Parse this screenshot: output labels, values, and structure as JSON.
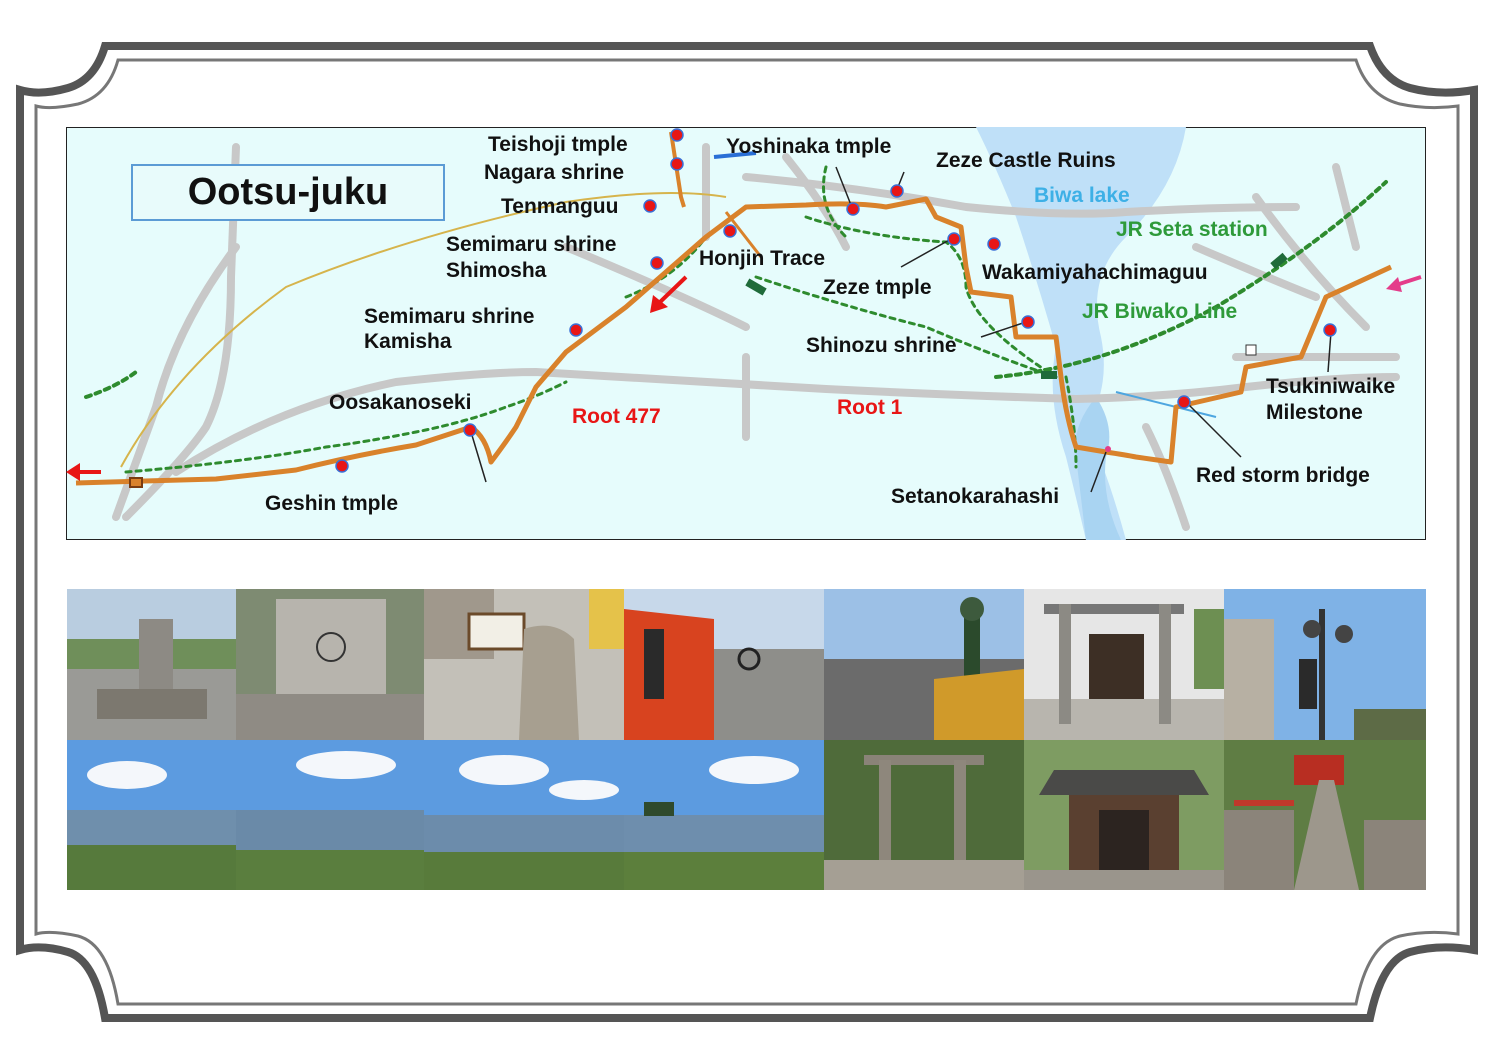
{
  "title": "Ootsu-juku",
  "colors": {
    "map_background": "#e6fcfc",
    "route": "#d9822b",
    "lake": "#bfe0f8",
    "rail_line": "#2e8b2e",
    "landmark_dot": "#e81616",
    "road_label": "#e81616",
    "lake_label": "#3db0e6",
    "station_label": "#2e9a3a",
    "frame": "#555555"
  },
  "landmarks": [
    {
      "id": "teishoji",
      "name": "Teishoji tmple"
    },
    {
      "id": "nagara",
      "name": "Nagara shrine"
    },
    {
      "id": "tenmanguu",
      "name": "Tenmanguu"
    },
    {
      "id": "yoshinaka",
      "name": "Yoshinaka tmple"
    },
    {
      "id": "zeze-castle",
      "name": "Zeze Castle Ruins"
    },
    {
      "id": "semimaru-shimosha",
      "name": "Semimaru shrine\nShimosha"
    },
    {
      "id": "honjin",
      "name": "Honjin Trace"
    },
    {
      "id": "zeze-temple",
      "name": "Zeze tmple"
    },
    {
      "id": "wakamiya",
      "name": "Wakamiyahachimaguu"
    },
    {
      "id": "semimaru-kamisha",
      "name": "Semimaru shrine\nKamisha"
    },
    {
      "id": "shinozu",
      "name": "Shinozu shrine"
    },
    {
      "id": "oosakanoseki",
      "name": "Oosakanoseki"
    },
    {
      "id": "geshin",
      "name": "Geshin tmple"
    },
    {
      "id": "setanokarahashi",
      "name": "Setanokarahashi"
    },
    {
      "id": "red-storm-bridge",
      "name": "Red storm bridge"
    },
    {
      "id": "tsukiniwaike",
      "name": "Tsukiniwaike\nMilestone"
    }
  ],
  "places": {
    "lake": "Biwa lake",
    "station": "JR Seta station",
    "rail": "JR Biwako Line",
    "road_477": "Root 477",
    "road_1": "Root 1"
  },
  "photos": [
    {
      "id": "milestone-stone",
      "kind": "stone"
    },
    {
      "id": "stone-monument",
      "kind": "stone"
    },
    {
      "id": "oosaka-stone",
      "kind": "stone"
    },
    {
      "id": "red-bridge-rail",
      "kind": "bridge"
    },
    {
      "id": "karahashi-bridge",
      "kind": "bridge"
    },
    {
      "id": "torii-gate",
      "kind": "shrine"
    },
    {
      "id": "street-lamp",
      "kind": "street"
    },
    {
      "id": "lake-view-1",
      "kind": "lake"
    },
    {
      "id": "lake-view-2",
      "kind": "lake"
    },
    {
      "id": "lake-view-3",
      "kind": "lake"
    },
    {
      "id": "lake-view-4",
      "kind": "lake"
    },
    {
      "id": "stone-torii",
      "kind": "shrine"
    },
    {
      "id": "temple-gate",
      "kind": "temple"
    },
    {
      "id": "shrine-stairs",
      "kind": "shrine"
    }
  ]
}
